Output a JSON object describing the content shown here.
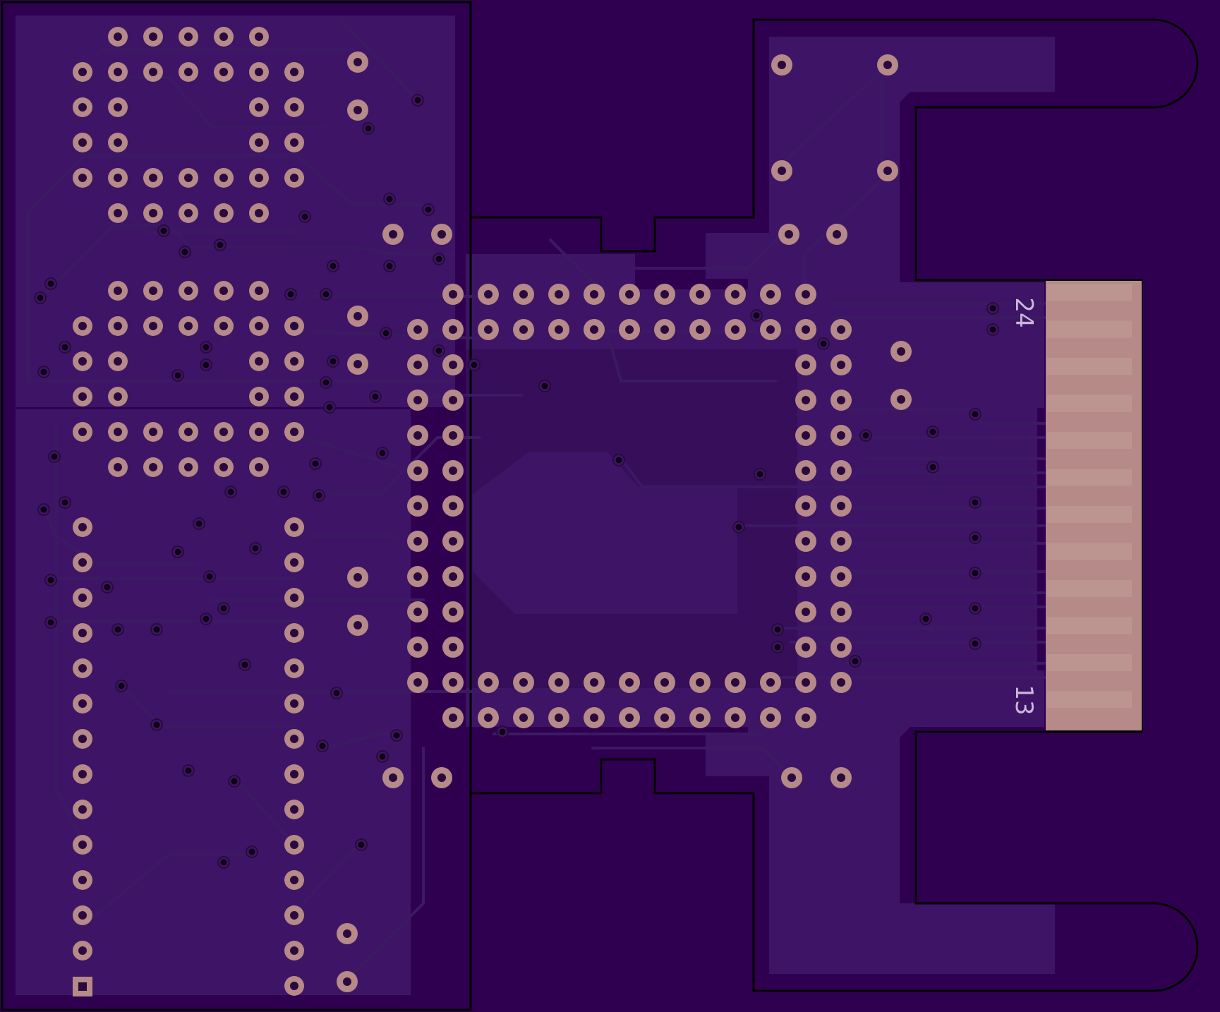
{
  "board": {
    "background_color": "#300050",
    "pour_color": "#3e1566",
    "outline_color": "#000000",
    "pad_ring_color": "#b58a88",
    "pad_hole_color": "#2a0a3e",
    "finger_color": "#b58a88"
  },
  "connector": {
    "label_top": "24",
    "label_bottom": "13",
    "finger_count": 12
  }
}
